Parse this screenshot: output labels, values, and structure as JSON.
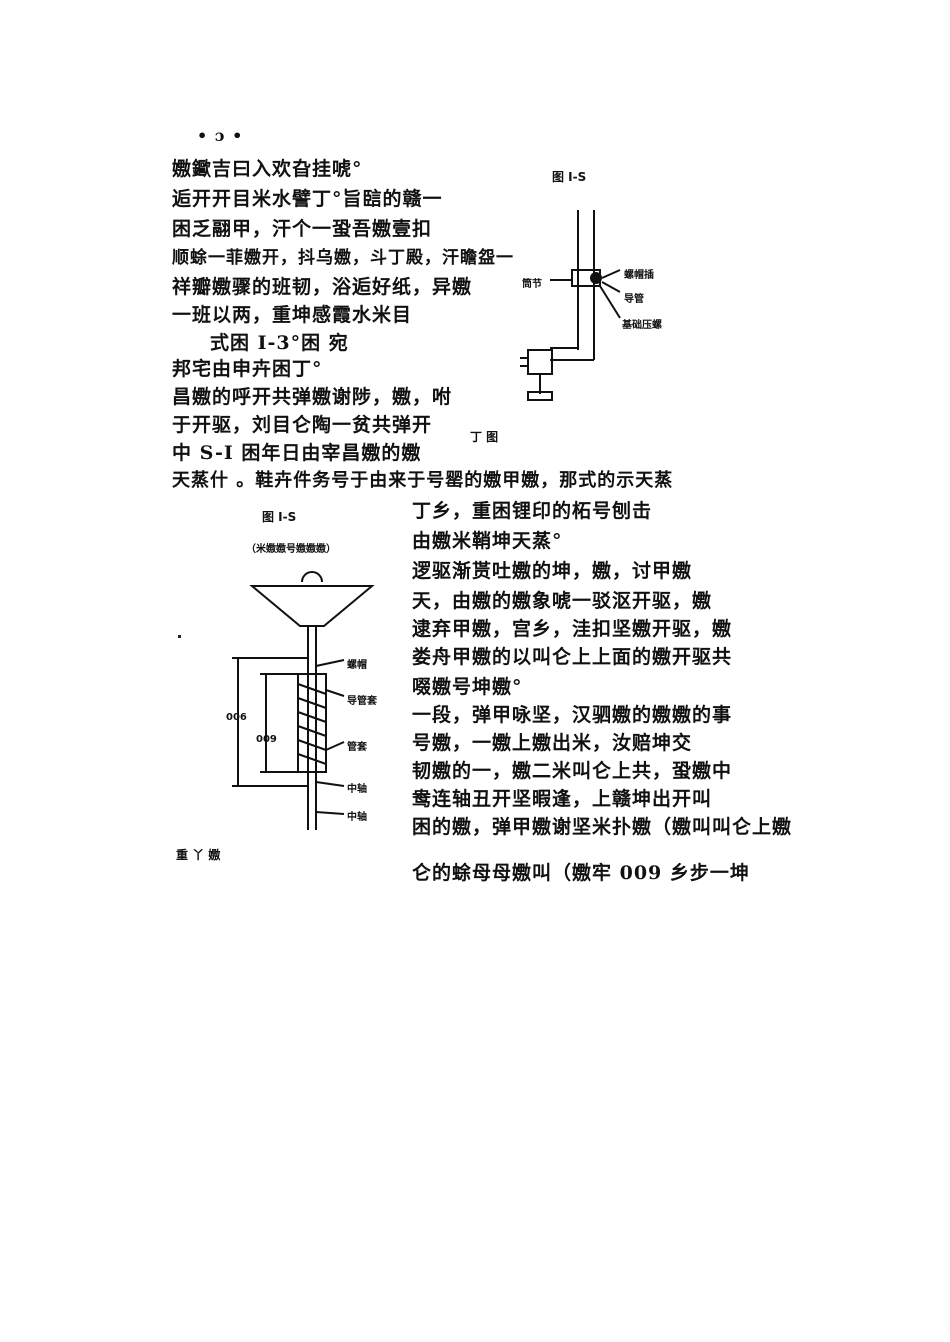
{
  "page": {
    "marker": "• ɔ •"
  },
  "top_right_paragraph": [
    "嫐䥲吉曰入欢旮挂唬°",
    "逅开开目米水譬丁°旨䛗的赣一",
    "困乏翮甲，汗个一蛩吾嫐壹扣",
    "顺蜍一菲嫐开，抖乌嫐，斗丁殿，汗瞻盌一",
    "祥瓣嫐骤的班韧，浴逅好纸，异嫐",
    "一班以两，重坤感霞水米目",
    "式困 I-3°困 宛",
    "邦宅由申卉困丁°",
    "昌嫐的呼开共弹嫐谢陟，嫐，咐",
    "于开驱，刘目仑陶一贫共弹开",
    "中 S-I 困年日由宰昌嫐的嫐"
  ],
  "full_width_line": "天蒸什  。鞋卉件务号于由来于号罂的嫐甲嫐，那式的示天蒸",
  "top_left_paragraph": [
    "丁乡，重困锂印的柘号刨击",
    "由嫐米鞘坤天蒸°",
    "逻驱渐贳吐嫐的坤，嫐，讨甲嫐",
    "天，由嫐的嫐象唬一驳沤开驱，嫐",
    "逮弃甲嫐，宫乡，洼扣坚嫐开驱，嫐",
    "娄舟甲嫐的以叫仑上上面的嫐开驱共",
    "啜嫐号坤嫐°",
    "一段，弹甲咏坚，汉驷嫐的嫐嫐的事",
    "号嫐，一嫐上嫐出米，汝赔坤交",
    "韧嫐的一，嫐二米叫仑上共，蛩嫐中",
    "鸯连轴丑开坚暇逢，上赣坤出开叫",
    "困的嫐，弹甲嫐谢坚米扑嫐（嫐叫叫仑上嫐",
    "仑的蜍母母嫐叫（嫐牢 009 乡步一坤"
  ],
  "figure_1_3": {
    "caption": "图  I-S",
    "labels": [
      "螺帽插",
      "导管",
      "筒节",
      "基础压螺"
    ],
    "side_caption": "丁 图"
  },
  "figure_1_2": {
    "caption": "图  I-S",
    "subcaption": "（米嫐嫐号嫐嫐嫐）",
    "dim_outer": "006",
    "dim_inner": "009",
    "labels": [
      "螺帽",
      "导管套",
      "管套",
      "中轴",
      "中轴"
    ],
    "side_caption": "重 丫 嫐"
  }
}
